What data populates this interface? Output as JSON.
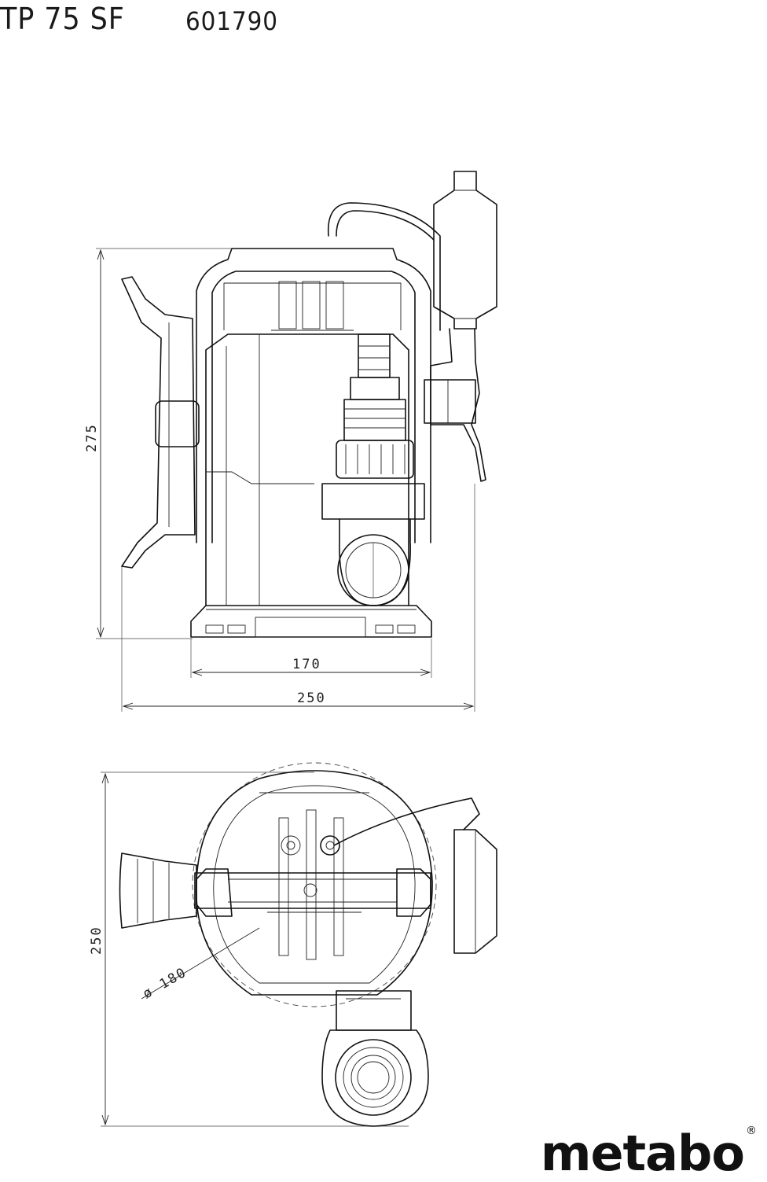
{
  "header": {
    "model": "TP 75 SF",
    "article_no": "601790"
  },
  "dimensions": {
    "height_side": "275",
    "base_width": "170",
    "overall_width": "250",
    "depth_top": "250",
    "float_diameter": "ø 180"
  },
  "brand": {
    "name": "metabo",
    "mark": "®"
  }
}
